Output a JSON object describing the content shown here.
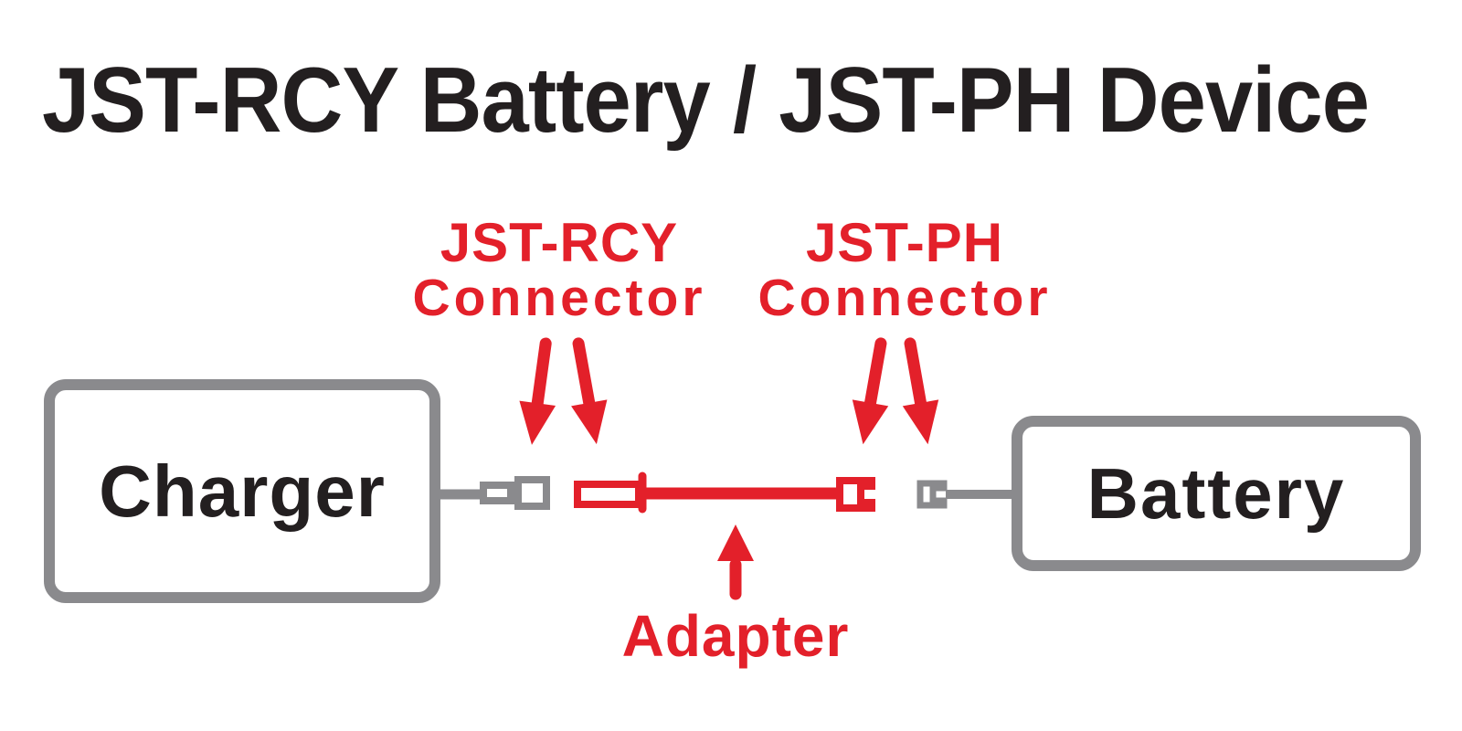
{
  "title": "JST-RCY Battery / JST-PH Device",
  "connector_labels": {
    "left": {
      "name": "JST-RCY",
      "type_word": "Connector"
    },
    "right": {
      "name": "JST-PH",
      "type_word": "Connector"
    }
  },
  "adapter_label": "Adapter",
  "devices": {
    "charger": "Charger",
    "battery": "Battery"
  },
  "colors": {
    "red": "#E3202A",
    "gray": "#8A8A8D",
    "ink": "#231F20",
    "background": "#FFFFFF"
  }
}
